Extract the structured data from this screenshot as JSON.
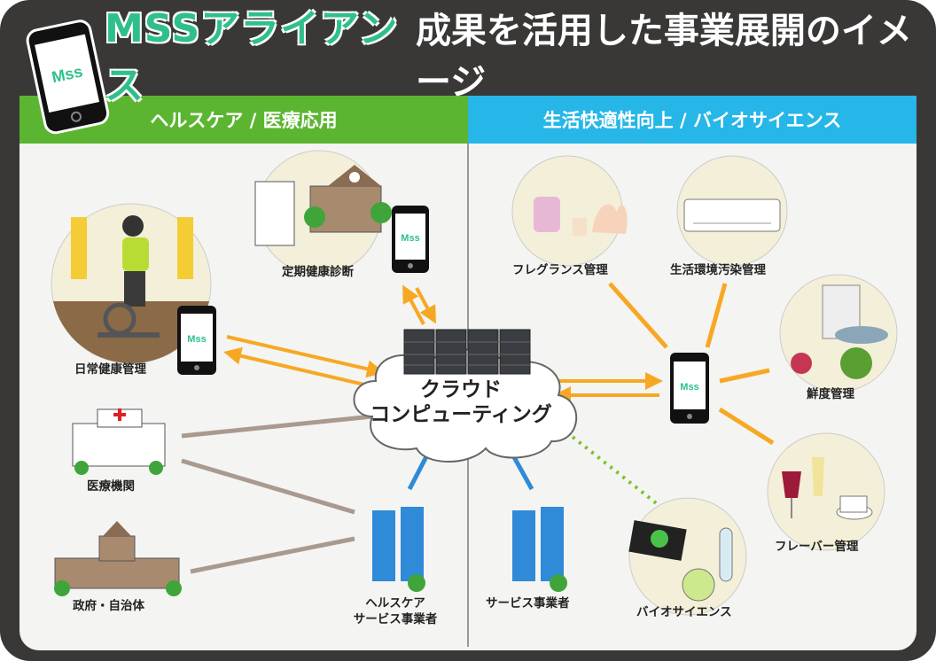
{
  "title": {
    "brand": "MSSアライアンス",
    "rest": "成果を活用した事業展開のイメージ"
  },
  "logo_text": "Mss",
  "sections": {
    "left": "ヘルスケア / 医療応用",
    "right": "生活快適性向上 / バイオサイエンス"
  },
  "center": {
    "line1": "クラウド",
    "line2": "コンピューティング"
  },
  "nodes": {
    "daily_health": "日常健康管理",
    "periodic_checkup": "定期健康診断",
    "medical": "医療機関",
    "government": "政府・自治体",
    "healthcare_provider_1": "ヘルスケア",
    "healthcare_provider_2": "サービス事業者",
    "service_provider": "サービス事業者",
    "fragrance": "フレグランス管理",
    "living_env": "生活環境汚染管理",
    "freshness": "鮮度管理",
    "flavor": "フレーバー管理",
    "bioscience": "バイオサイエンス"
  },
  "colors": {
    "green": "#5cb531",
    "blue": "#26b6e8",
    "arrow_orange": "#f7a823",
    "line_gray": "#a99a8f",
    "line_blue": "#2f8ad7",
    "dot_green": "#7dc22b",
    "brand_green": "#2fc08a"
  }
}
